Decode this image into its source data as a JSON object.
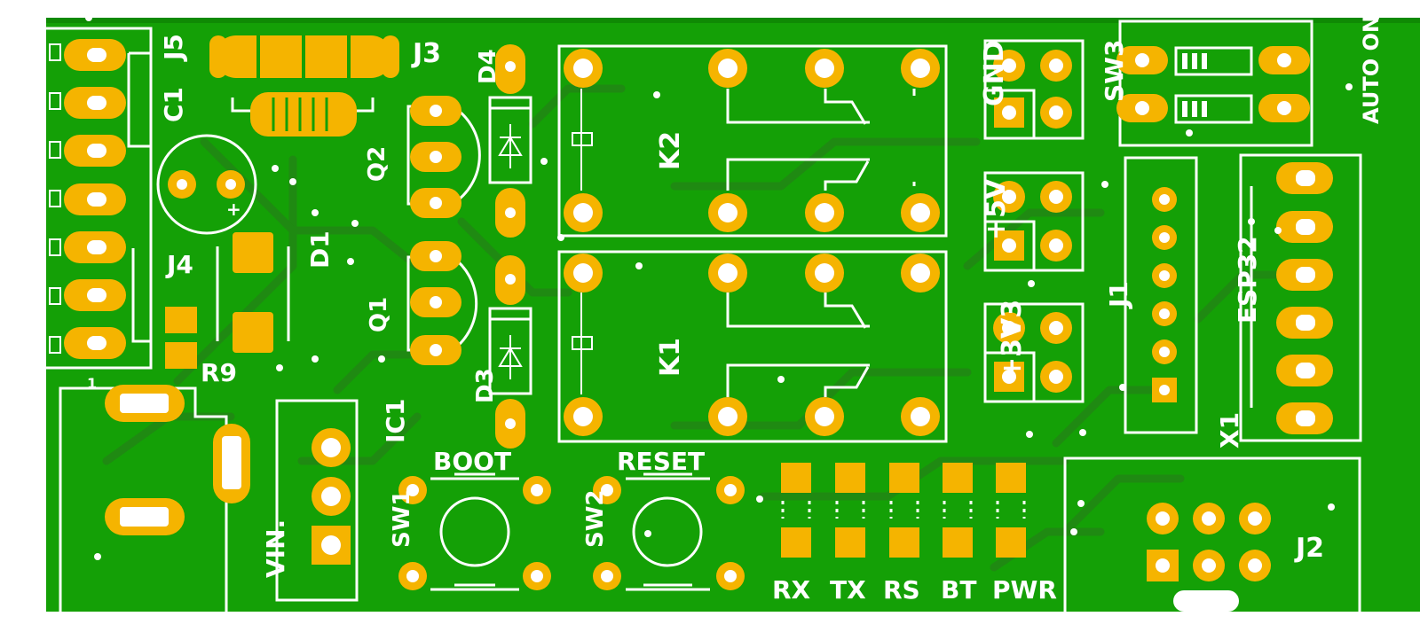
{
  "board": {
    "colors": {
      "soldermask": "#14a006",
      "copper_pad": "#f5b400",
      "silkscreen": "#ffffff",
      "trace": "#1f8a12"
    }
  },
  "labels": {
    "J5": "J5",
    "J3": "J3",
    "C1": "C1",
    "D4": "D4",
    "Q2": "Q2",
    "K2": "K2",
    "GND": "GND",
    "SW3": "SW3",
    "AUTO_ON": "AUTO ON",
    "J4": "J4",
    "D1": "D1",
    "plus5V": "+5V",
    "J1": "J1",
    "ESP32": "ESP32",
    "Q1": "Q1",
    "K1": "K1",
    "plus3V3": "+3V3",
    "R9": "R9",
    "D3": "D3",
    "IC1": "IC1",
    "BOOT": "BOOT",
    "RESET": "RESET",
    "X1": "X1",
    "SW1": "SW1",
    "SW2": "SW2",
    "VIN": "VIN.",
    "J2": "J2",
    "RX": "RX",
    "TX": "TX",
    "RS": "RS",
    "BT": "BT",
    "PWR": "PWR",
    "plus_sign": "+",
    "one": "1"
  }
}
